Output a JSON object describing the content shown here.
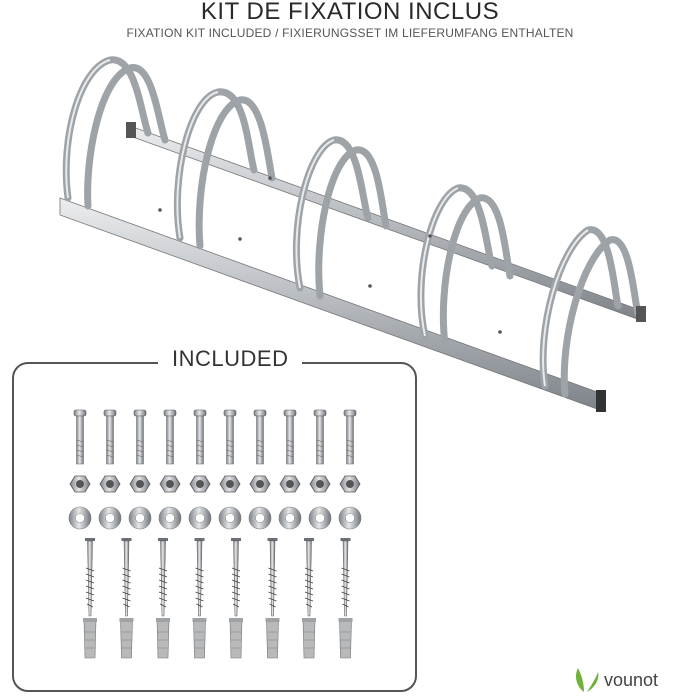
{
  "header": {
    "title": "KIT DE FIXATION INCLUS",
    "subtitle": "FIXATION KIT INCLUDED / FIXIERUNGSSET IM LIEFERUMFANG ENTHALTEN"
  },
  "kit": {
    "label": "INCLUDED",
    "counts": {
      "bolts": 10,
      "nuts": 10,
      "washers": 10,
      "screws": 8,
      "plugs": 8
    }
  },
  "brand": {
    "name": "vounot",
    "color": "#6fb13a"
  },
  "colors": {
    "steel": "#b9bdc2",
    "steel_dark": "#7d8288",
    "steel_light": "#e6e8ea"
  }
}
